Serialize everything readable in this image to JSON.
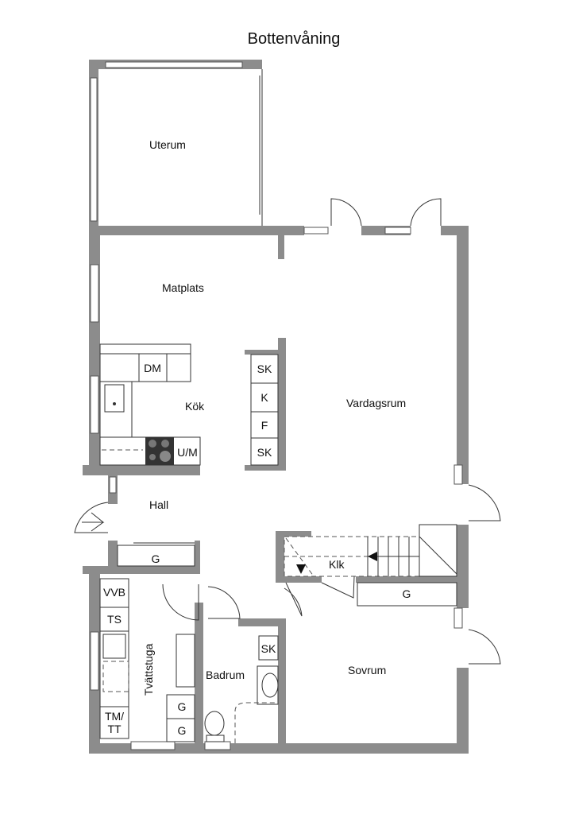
{
  "title": "Bottenvåning",
  "rooms": {
    "uterum": "Uterum",
    "matplats": "Matplats",
    "kok": "Kök",
    "vardagsrum": "Vardagsrum",
    "hall": "Hall",
    "klk": "Klk",
    "tvattstuga": "Tvättstuga",
    "badrum": "Badrum",
    "sovrum": "Sovrum"
  },
  "fixtures": {
    "dm": "DM",
    "um": "U/M",
    "sk1": "SK",
    "k": "K",
    "f": "F",
    "sk2": "SK",
    "g_hall": "G",
    "g_stair": "G",
    "vvb": "VVB",
    "ts": "TS",
    "tmtt_1": "TM/",
    "tmtt_2": "TT",
    "g_tv1": "G",
    "g_tv2": "G",
    "sk_bad": "SK"
  },
  "colors": {
    "wall": "#8c8c8c",
    "line": "#333333"
  }
}
